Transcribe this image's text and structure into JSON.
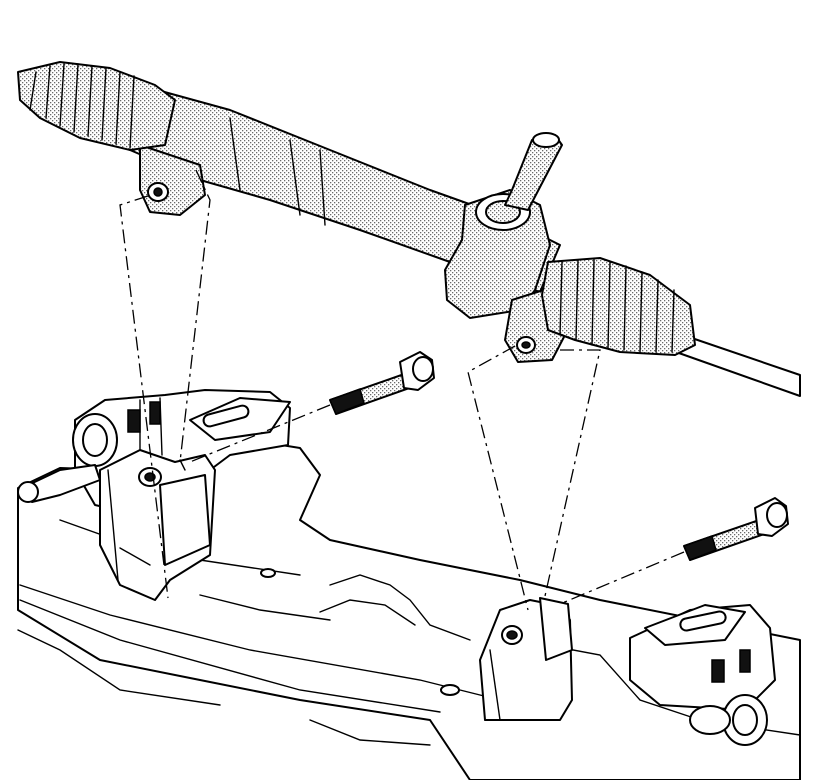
{
  "figure": {
    "subject": "",
    "parts": [
      {
        "id": "steering-gear",
        "icon": "steering-rack-assembly"
      },
      {
        "id": "left-boot",
        "icon": "bellows-boot"
      },
      {
        "id": "right-boot",
        "icon": "bellows-boot"
      },
      {
        "id": "pinion-shaft",
        "icon": "input-shaft"
      },
      {
        "id": "left-mount-bolt",
        "icon": "hex-bolt"
      },
      {
        "id": "right-mount-bolt",
        "icon": "hex-bolt"
      },
      {
        "id": "frame",
        "icon": "subframe-crossmember"
      }
    ],
    "colors": {
      "line": "#000000",
      "background": "#ffffff",
      "shading": "#9a9a9a"
    }
  }
}
